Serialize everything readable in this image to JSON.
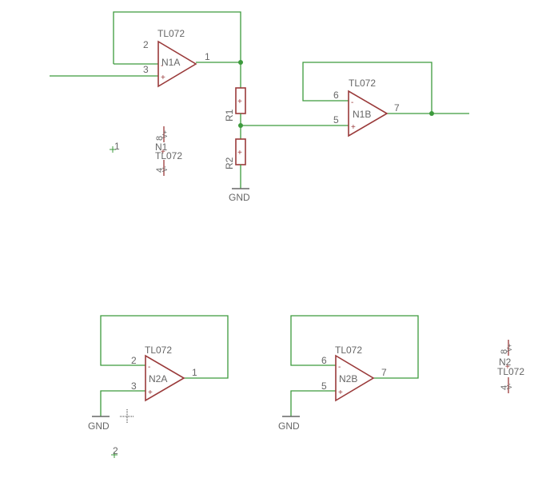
{
  "schematic": {
    "n1a": {
      "name": "N1A",
      "value": "TL072",
      "pin_inv": "2",
      "pin_noninv": "3",
      "pin_out": "1"
    },
    "n1b": {
      "name": "N1B",
      "value": "TL072",
      "pin_inv": "6",
      "pin_noninv": "5",
      "pin_out": "7"
    },
    "n2a": {
      "name": "N2A",
      "value": "TL072",
      "pin_inv": "2",
      "pin_noninv": "3",
      "pin_out": "1"
    },
    "n2b": {
      "name": "N2B",
      "value": "TL072",
      "pin_inv": "6",
      "pin_noninv": "5",
      "pin_out": "7"
    },
    "n1p": {
      "name": "N1",
      "value": "TL072",
      "pin_vp": "8",
      "pin_vn": "4",
      "vp_label": "V+",
      "vn_label": "V-"
    },
    "n2p": {
      "name": "N2",
      "value": "TL072",
      "pin_vp": "8",
      "pin_vn": "4",
      "vp_label": "V+",
      "vn_label": "V-"
    },
    "r1": {
      "name": "R1"
    },
    "r2": {
      "name": "R2"
    },
    "gnd_label": "GND",
    "sheet_marker_1": "1",
    "sheet_marker_2": "2",
    "minus_sign": "-",
    "plus_sign": "+"
  }
}
